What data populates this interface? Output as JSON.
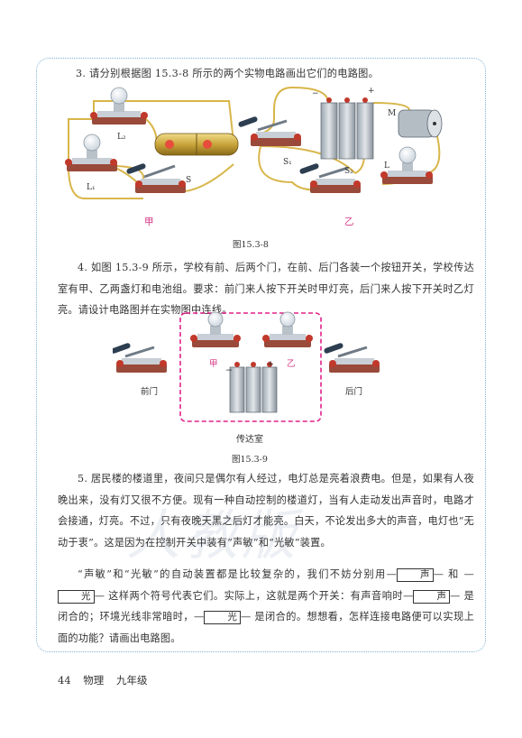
{
  "q3": {
    "text": "3. 请分别根据图 15.3-8 所示的两个实物电路画出它们的电路图。"
  },
  "fig8": {
    "left_labels": {
      "l2": "L₂",
      "l1": "L₁",
      "s": "S"
    },
    "right_labels": {
      "minus": "−",
      "plus": "+",
      "m": "M",
      "s1": "S₁",
      "s2": "S₂",
      "l": "L"
    },
    "caption_a": "甲",
    "caption_b": "乙",
    "title": "图15.3-8"
  },
  "q4": {
    "text": "4. 如图 15.3-9 所示，学校有前、后两个门，在前、后门各装一个按钮开关，学校传达室有甲、乙两盏灯和电池组。要求：前门来人按下开关时甲灯亮，后门来人按下开关时乙灯亮。请设计电路图并在实物图中连线。"
  },
  "fig9": {
    "front_door": "前门",
    "back_door": "后门",
    "lamp_a": "甲",
    "lamp_b": "乙",
    "minus": "−",
    "plus": "+",
    "room": "传达室",
    "title": "图15.3-9"
  },
  "q5": {
    "p1": "5. 居民楼的楼道里，夜间只是偶尔有人经过，电灯总是亮着浪费电。但是，如果有人夜晚出来，没有灯又很不方便。现有一种自动控制的楼道灯，当有人走动发出声音时，电路才会接通，灯亮。不过，只有夜晚天黑之后灯才能亮。白天，不论发出多大的声音，电灯也“无动于衷”。这是因为在控制开关中装有“声敏”和“光敏”装置。",
    "p2a": "“声敏”和“光敏”的自动装置都是比较复杂的，我们不妨分别用",
    "box_sound": "声",
    "p2b": "和",
    "box_light": "光",
    "p2c": "这样两个符号代表它们。实际上，这就是两个开关：有声音响时",
    "p2d": "是闭合的；环境光线非常暗时，",
    "p2e": "是闭合的。想想看，怎样连接电路便可以实现上面的功能？请画出电路图。"
  },
  "footer": {
    "page": "44",
    "subject": "物理",
    "grade": "九年级"
  },
  "watermark": "人教版"
}
